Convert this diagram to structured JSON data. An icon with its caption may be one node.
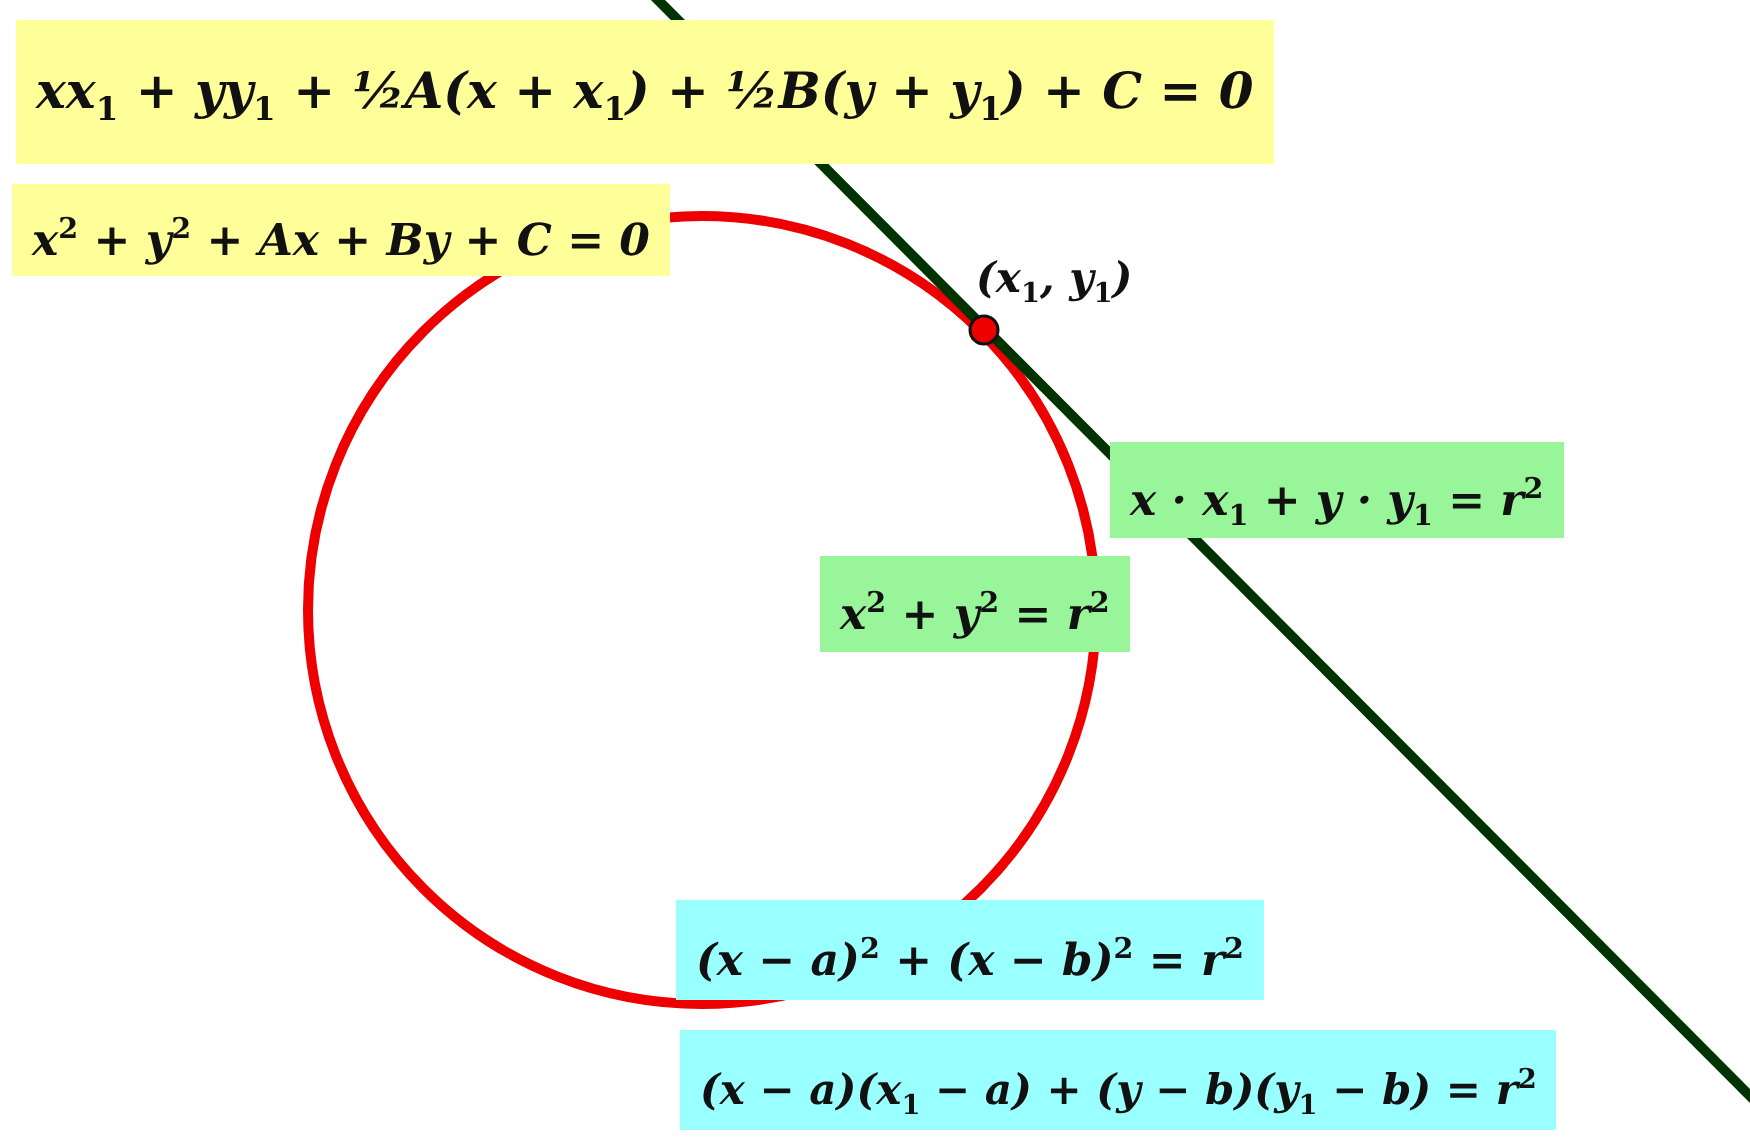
{
  "diagram": {
    "nodes": [
      {
        "text": [
          "xx$_{1}$ + yy$_{1}$ + ½A(x + x$_{1}$) + ½B(y + y$_{1}$) + C = 0"
        ]
      },
      {
        "text": [
          "x$^{2}$ + y$^{2}$ + Ax + By + C = 0"
        ]
      },
      {
        "text": [
          "x · x$_{1}$ + y · y$_{1}$ = r$^{2}$"
        ]
      },
      {
        "text": [
          "x$^{2}$ + y$^{2}$ = r$^{2}$"
        ]
      },
      {
        "text": [
          "(x − a)$^{2}$ + (x − b)$^{2}$ = r$^{2}$"
        ]
      },
      {
        "text": [
          "(x − a)(x$_{1}$ − a) + (y − b)(y$_{1}$ − b) = r$^{2}$"
        ]
      }
    ],
    "labels": [
      "(x$_{1}$, y$_{1}$)"
    ]
  }
}
